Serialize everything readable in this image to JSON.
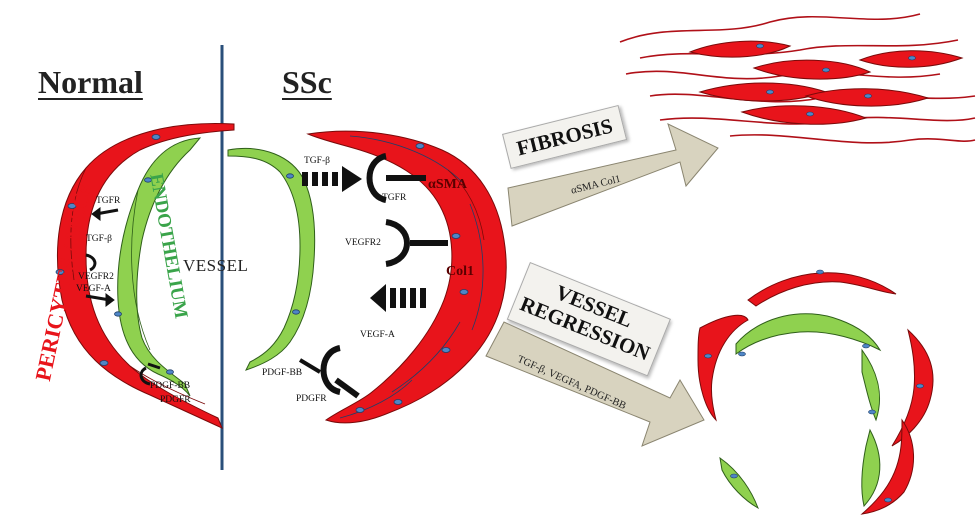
{
  "headings": {
    "normal": "Normal",
    "ssc": "SSc"
  },
  "labels": {
    "vessel": "VESSEL",
    "pericytes": "PERICYTES / MSCs",
    "endothelium": "ENDOTHELIUM",
    "alpha_sma": "αSMA",
    "col1": "Col1"
  },
  "normal_receptors": {
    "tgfr": "TGFR",
    "tgfb": "TGF-β",
    "vegfr2": "VEGFR2",
    "vegfa": "VEGF-A",
    "pdgfbb": "PDGF-BB",
    "pdgfr": "PDGFR"
  },
  "ssc_receptors": {
    "tgfb": "TGF-β",
    "tgfr": "TGFR",
    "vegfr2": "VEGFR2",
    "vegfa": "VEGF-A",
    "pdgfbb": "PDGF-BB",
    "pdgfr": "PDGFR"
  },
  "outcomes": {
    "fibrosis": {
      "title": "FIBROSIS",
      "mediators": "αSMA Col1"
    },
    "regression": {
      "title_line1": "VESSEL",
      "title_line2": "REGRESSION",
      "mediators": "TGF-β, VEGFA, PDGF-BB"
    }
  },
  "colors": {
    "pericyte": "#e8141b",
    "pericyte_edge": "#7a0a0a",
    "endothelium": "#8fd14f",
    "endothelium_edge": "#2f5f1a",
    "nucleus": "#4f86c6",
    "divider": "#2a4f7a",
    "arrow_fill": "#d8d3bf",
    "signal": "#111111",
    "pericyte_text": "#e8141b",
    "endothelium_text": "#3aa44a"
  }
}
